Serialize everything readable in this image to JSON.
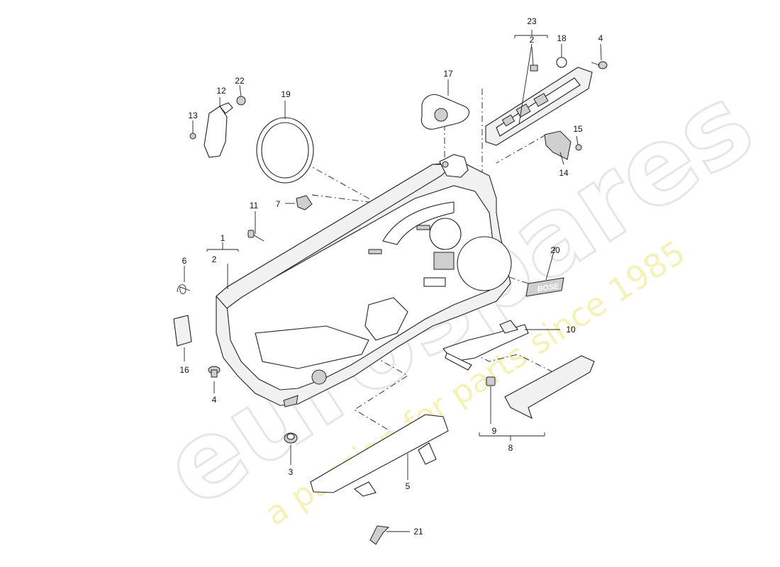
{
  "watermark": {
    "brand": "eurospares",
    "tagline": "a passion for parts since 1985",
    "color_brand": "#e6e6e6",
    "color_tagline": "#f3f0a8"
  },
  "callouts": {
    "c1": "1",
    "c2a": "2",
    "c2b": "2",
    "c3": "3",
    "c4a": "4",
    "c4b": "4",
    "c5": "5",
    "c6": "6",
    "c7": "7",
    "c8": "8",
    "c9": "9",
    "c10": "10",
    "c11": "11",
    "c12": "12",
    "c13": "13",
    "c14": "14",
    "c15": "15",
    "c16": "16",
    "c17": "17",
    "c18": "18",
    "c19": "19",
    "c20": "20",
    "c21": "21",
    "c22": "22",
    "c23": "23"
  },
  "badge_text": "BOSE"
}
